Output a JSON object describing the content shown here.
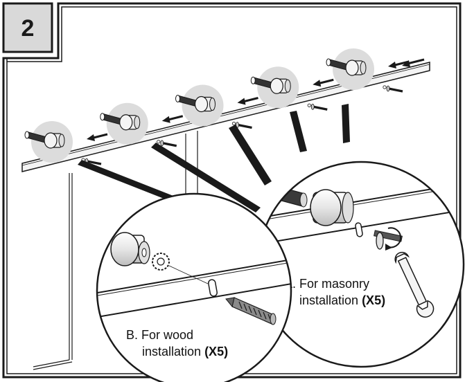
{
  "step": {
    "number": "2"
  },
  "callout_masonry": {
    "line1": "A. For masonry",
    "line2_text": "installation ",
    "qty": "(X5)"
  },
  "callout_wood": {
    "line1": "B. For wood",
    "line2_text": "installation ",
    "qty": "(X5)"
  },
  "anchor_count": 5,
  "colors": {
    "stroke": "#1a1a1a",
    "step_box_fill": "#d9d9d9",
    "highlight_circle": "#dcdcdc",
    "screw_dark": "#333333"
  },
  "icons": [
    "wall-anchor-icon",
    "rail-icon",
    "wrench-icon",
    "lock-washer-icon",
    "wood-screw-icon",
    "masonry-bolt-icon"
  ]
}
